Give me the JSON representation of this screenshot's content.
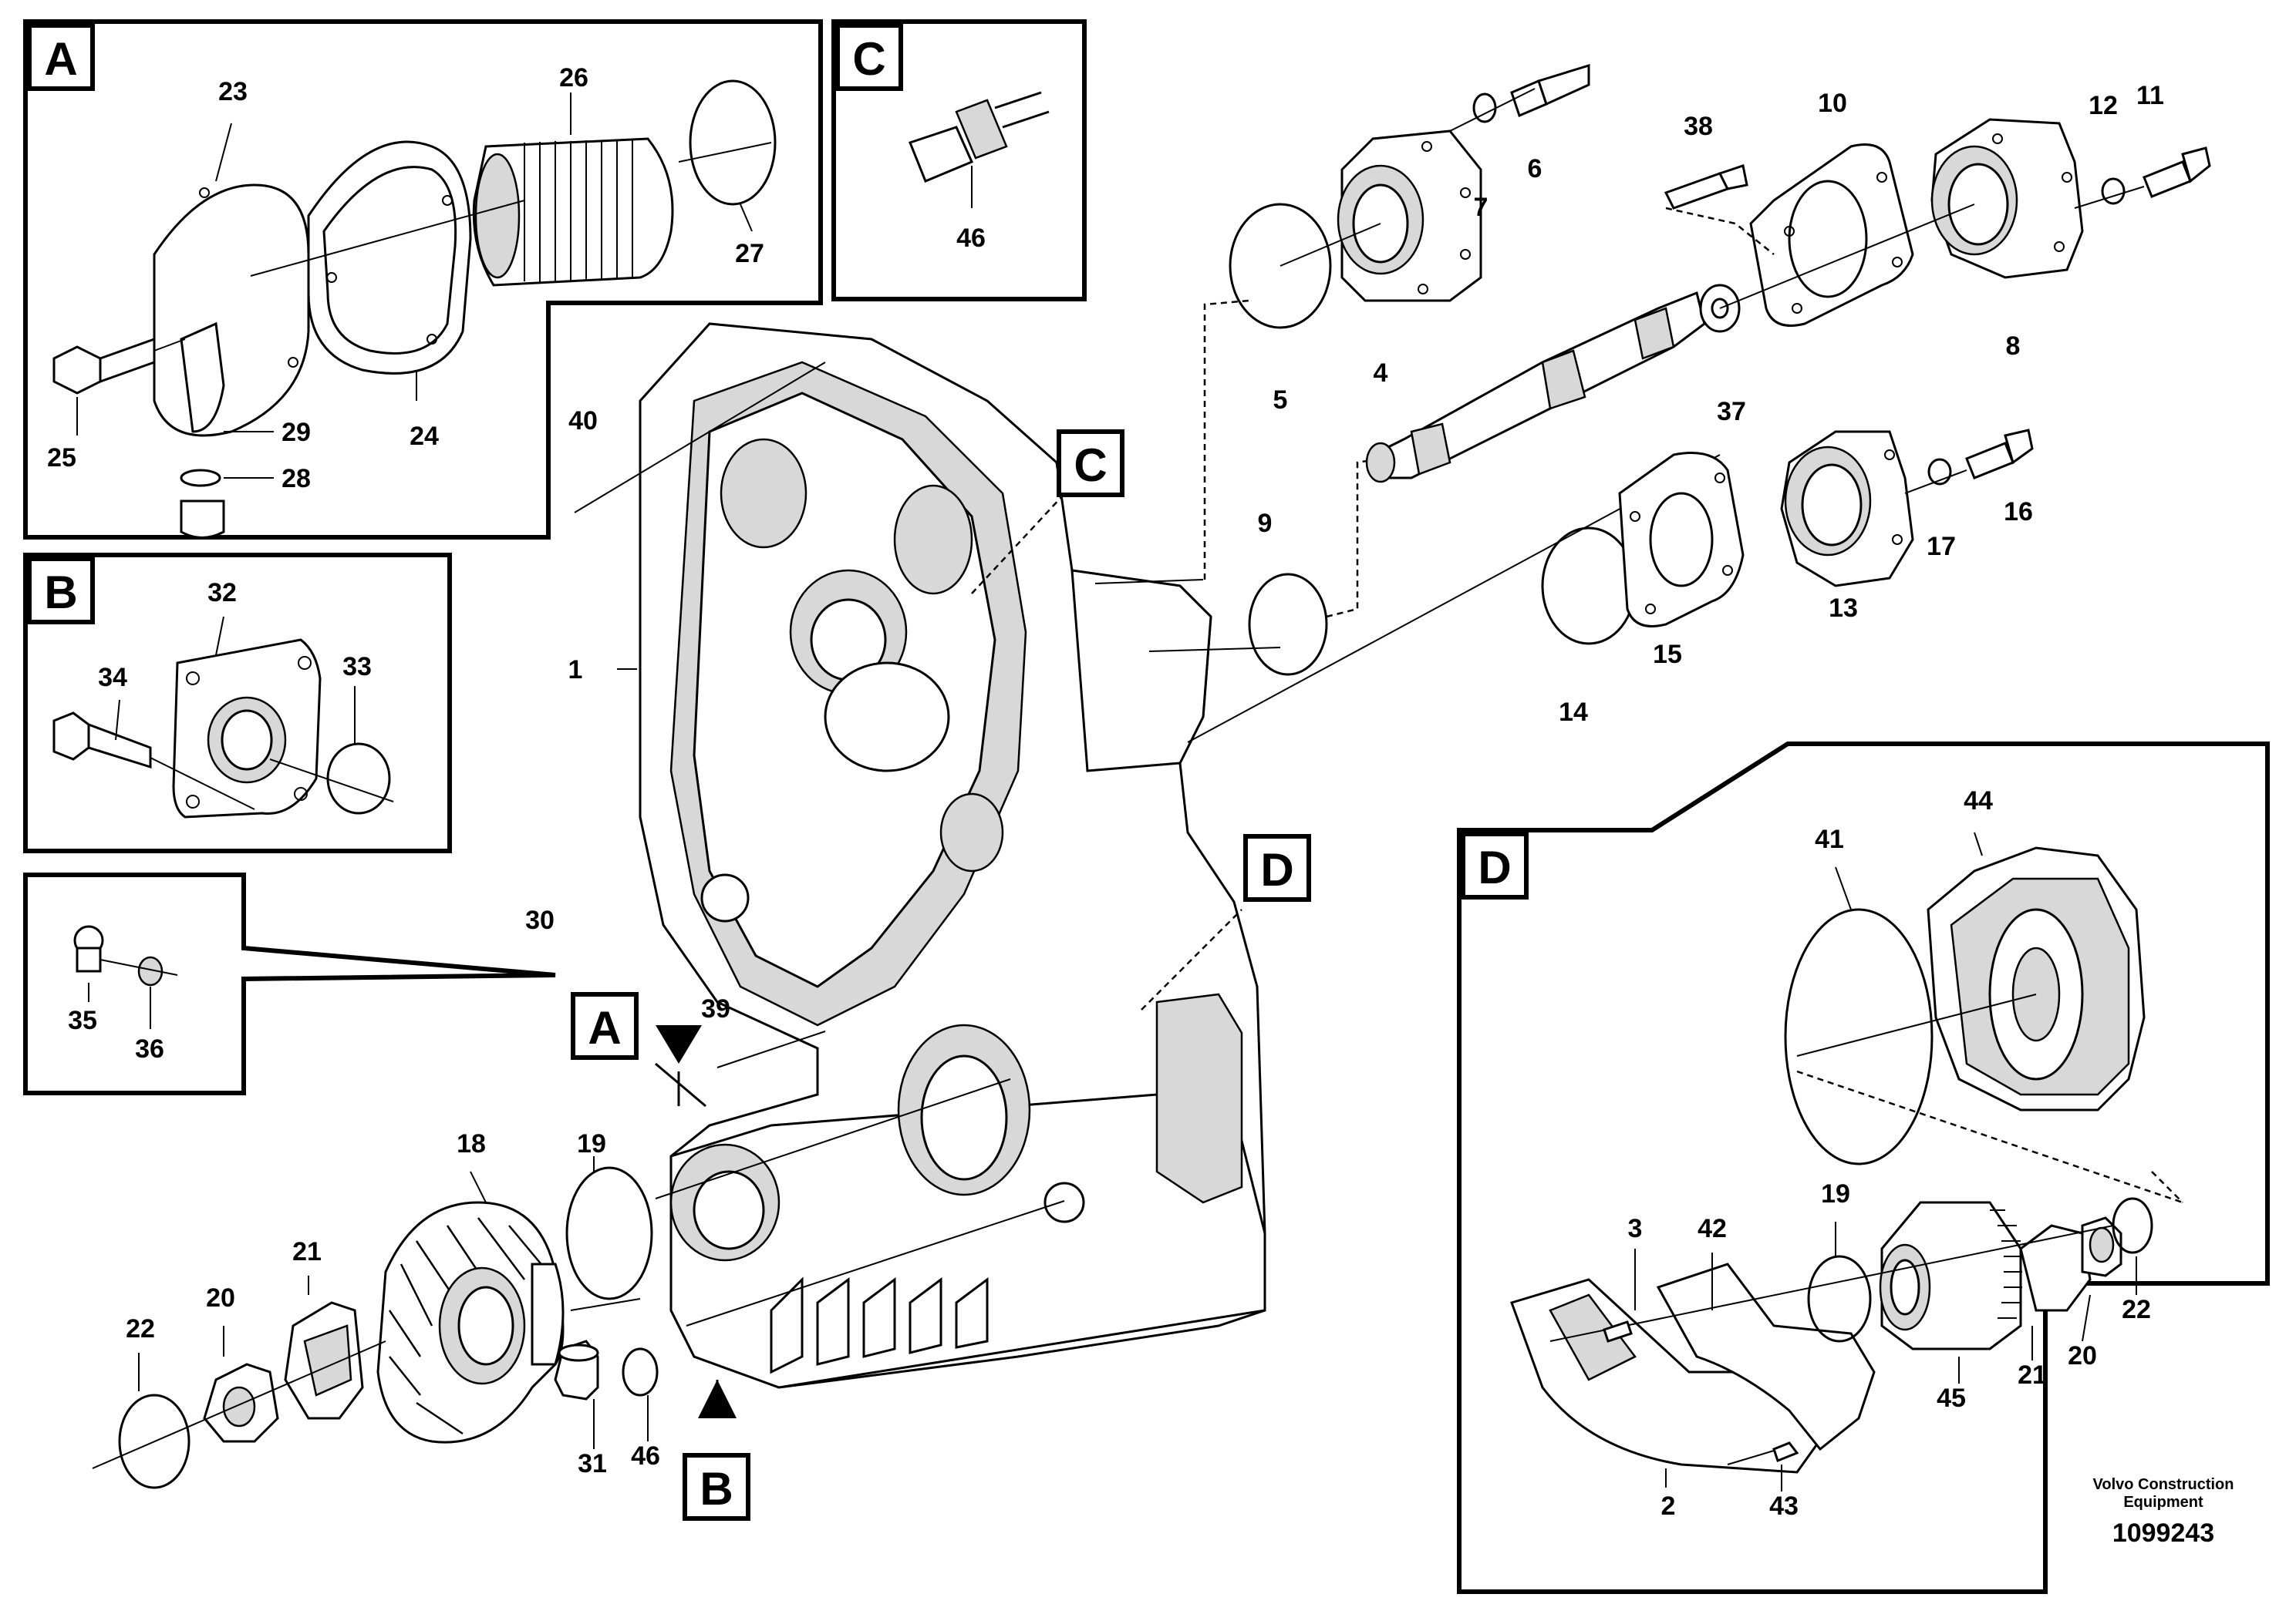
{
  "detail_labels": {
    "A": "A",
    "B": "B",
    "C": "C",
    "D": "D"
  },
  "part_numbers": {
    "p1": "1",
    "p2": "2",
    "p3": "3",
    "p4": "4",
    "p5": "5",
    "p6": "6",
    "p7": "7",
    "p8": "8",
    "p9": "9",
    "p10": "10",
    "p11": "11",
    "p12": "12",
    "p13": "13",
    "p14": "14",
    "p15": "15",
    "p16": "16",
    "p17": "17",
    "p18": "18",
    "p19": "19",
    "p19b": "19",
    "p20": "20",
    "p20b": "20",
    "p21": "21",
    "p21b": "21",
    "p22": "22",
    "p22b": "22",
    "p23": "23",
    "p24": "24",
    "p25": "25",
    "p26": "26",
    "p27": "27",
    "p28": "28",
    "p29": "29",
    "p30": "30",
    "p31": "31",
    "p32": "32",
    "p33": "33",
    "p34": "34",
    "p35": "35",
    "p36": "36",
    "p37": "37",
    "p38": "38",
    "p39": "39",
    "p40": "40",
    "p41": "41",
    "p42": "42",
    "p43": "43",
    "p44": "44",
    "p45": "45",
    "p46": "46",
    "p46b": "46"
  },
  "publisher": {
    "line1": "Volvo Construction",
    "line2": "Equipment"
  },
  "document_number": "1099243"
}
